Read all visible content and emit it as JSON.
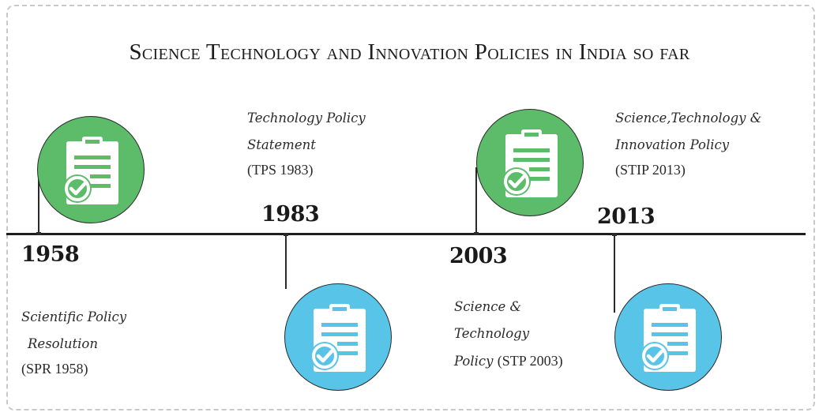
{
  "title": "Science Technology and Innovation Policies in India so far",
  "colors": {
    "green_circle": "#5cbc6a",
    "blue_circle": "#58c4e8",
    "axis": "#1e1e1e"
  },
  "icon": "clipboard-check-icon",
  "milestones": [
    {
      "year": "1958",
      "lines": [
        "Scientific Policy",
        "Resolution"
      ],
      "abbr": "(SPR 1958)",
      "circle_color": "green"
    },
    {
      "year": "1983",
      "lines": [
        "Technology Policy",
        "Statement"
      ],
      "abbr": "(TPS 1983)",
      "circle_color": "blue"
    },
    {
      "year": "2003",
      "lines": [
        "Science &",
        "Technology",
        "Policy"
      ],
      "abbr": "(STP 2003)",
      "circle_color": "green"
    },
    {
      "year": "2013",
      "lines": [
        "Science,Technology &",
        "Innovation Policy"
      ],
      "abbr": "(STIP 2013)",
      "circle_color": "blue"
    }
  ]
}
